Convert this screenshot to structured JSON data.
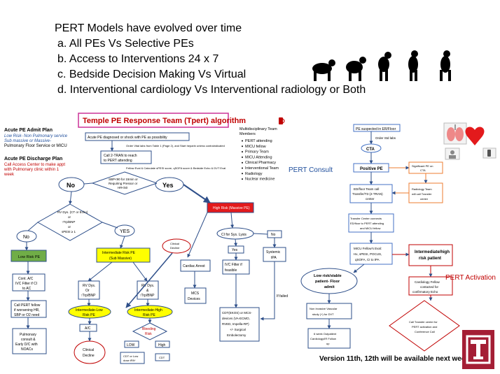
{
  "heading": {
    "line1": "PERT Models have evolved over time",
    "items": [
      "a. All PEs Vs Selective PEs",
      "b. Access to Interventions 24 x 7",
      "c. Bedside Decision Making Vs Virtual",
      "d. Interventional cardiology Vs Interventional radiology or Both"
    ]
  },
  "colors": {
    "accent_red": "#c00000",
    "box_green": "#70ad47",
    "box_yellow": "#ffff00",
    "pink_border": "#cc3399",
    "blue_border": "#4472c4",
    "temple_red": "#a41e35",
    "orange": "#ed7d31"
  },
  "left": {
    "admit_title": "Acute PE Admit Plan",
    "admit_lines": [
      "Low Risk- Non Pulmonary service",
      "Sub massive or Massive-",
      "Pulmonary Floor Service or MICU"
    ],
    "discharge_title": "Acute PE Discharge Plan",
    "discharge_text": [
      "Call Access Center to make appt",
      "with Pulmonary clinic within 1",
      "week"
    ],
    "algo_title": "Temple PE Response Team (Tpert) algorithm",
    "n_start": "Acute PE diagnosed or shock with PE as possibility",
    "n_order": "Order Vital labs from Table 1 (Page 2), and Start heparin unless contraindicated",
    "n_call1": "Call 2-TRAN to reach",
    "n_call2": "to PERT attending",
    "n_fellow": "Fellow Eval & Calculate sPESI score, qSOFA score & Bedside Echo & DVT Eval",
    "n_sbp": [
      "SBP<90 for 15min or",
      "Requiring Pressor or",
      "HR<50"
    ],
    "n_no": "No",
    "n_yes": "Yes",
    "n_rvdys": [
      "RV Dys. (CT or Echo)",
      "or",
      "↑Trp/BNP",
      "or",
      "sPESI ≥ 1"
    ],
    "n_no2": "No",
    "n_yes2": "YES",
    "n_lowrisk": "Low Risk PE",
    "n_cont": [
      "Cont. A/C",
      "IVC Filter if CI",
      "to AC"
    ],
    "n_callpert": [
      "Call PERT fellow",
      "if worsening HR,",
      "SBP or O2 need"
    ],
    "n_pulm": [
      "Pulmonary",
      "consult &",
      "Early D/C with",
      "NOACs"
    ],
    "n_intermed": [
      "Intermediate Risk PE",
      "(Sub Massive)"
    ],
    "n_rv1": [
      "RV Dys.",
      "Or",
      "↑Trp/BNP"
    ],
    "n_rv2": [
      "RV Dys.",
      "&",
      "↑Trp/BNP"
    ],
    "n_intlow": [
      "Intermediate-Low",
      "Risk PE"
    ],
    "n_inthigh": [
      "Intermediate-High",
      "Risk PE"
    ],
    "n_ac": "A/C",
    "n_clin1": [
      "Clinical",
      "Decline"
    ],
    "n_clin2": [
      "Clinical",
      "Decline"
    ],
    "n_bleed": [
      "Bleeding",
      "Risk"
    ],
    "n_low": "LOW",
    "n_high": "High",
    "n_cdt_low": [
      "CDT or Low",
      "dose tPA*"
    ],
    "n_cdt": "CDT",
    "n_highrisk": "High Risk (Massive PE)",
    "n_ci": "CI for Sys. Lysis",
    "n_no3": "No",
    "n_yes3": "Yes",
    "n_ivc": [
      "IVC Filter if",
      "feasible"
    ],
    "n_systpa": [
      "Systemic",
      "tPA"
    ],
    "n_cardiac": "Cardiac Arrest",
    "n_mcs": [
      "MCS",
      "Devices"
    ],
    "n_cdt_big": [
      "CDT(EKOS) or MCS-",
      "devices (VA-ECMO,",
      "RVED, Impella-RP)",
      "+/- Surgical",
      "Embolectomy"
    ],
    "n_failed": "If failed",
    "team_title": [
      "Multidisciplinary Team",
      "Members"
    ],
    "team": [
      "PERT attending",
      "MICU fellow",
      "Primary Team",
      "MICU Attending",
      "Clinical Pharmacy",
      "Interventional Team",
      "Radiology",
      "Nuclear medicine"
    ],
    "pert_consult": "PERT Consult"
  },
  "right": {
    "r_suspect": "PE suspected in ER/Floor",
    "r_order": "Order Std labs",
    "r_cta": "CTA",
    "r_positive": "Positive PE",
    "r_sig": [
      "Significant PE on",
      "CTA"
    ],
    "r_radio": [
      "Radiology Team",
      "will call Transfer",
      "center"
    ],
    "r_edteam": [
      "ED/floor Team call",
      "Transfer/T3 (2-TRAN)",
      "center"
    ],
    "r_transfer": [
      "Transfer Center connects",
      "ED/floor to PERT attending",
      "and MICU fellow"
    ],
    "r_micu": [
      "MICU Fellow's Eval:",
      "Hx, sPESI, POCUS,",
      "qSOFA, CI to tPA"
    ],
    "r_interhigh": [
      "Intermediate/high",
      "risk patient"
    ],
    "r_lowrisk": [
      "Low risk/stable",
      "patient- Floor",
      "admit"
    ],
    "r_cardiology": [
      "Cardiology Fellow",
      "contacted for",
      "confirmatory Echo"
    ],
    "r_noninv": [
      "Non Invasive Vascular",
      "study (+) for DVT"
    ],
    "r_outpatient": [
      "6 week Outpatient",
      "Cardiology/IR Follow",
      "up"
    ],
    "r_calltransfer": [
      "Call Transfer center for",
      "PERT activation and",
      "Conference Call"
    ],
    "pert_activation": "PERT Activation",
    "version": "Version 11th, 12th will be available next week"
  },
  "icons": {
    "evolution": "human-evolution-icon",
    "lungs": "lungs-icon",
    "heart": "heart-icon",
    "phone": "phone-icon",
    "logo": "temple-t-logo"
  }
}
